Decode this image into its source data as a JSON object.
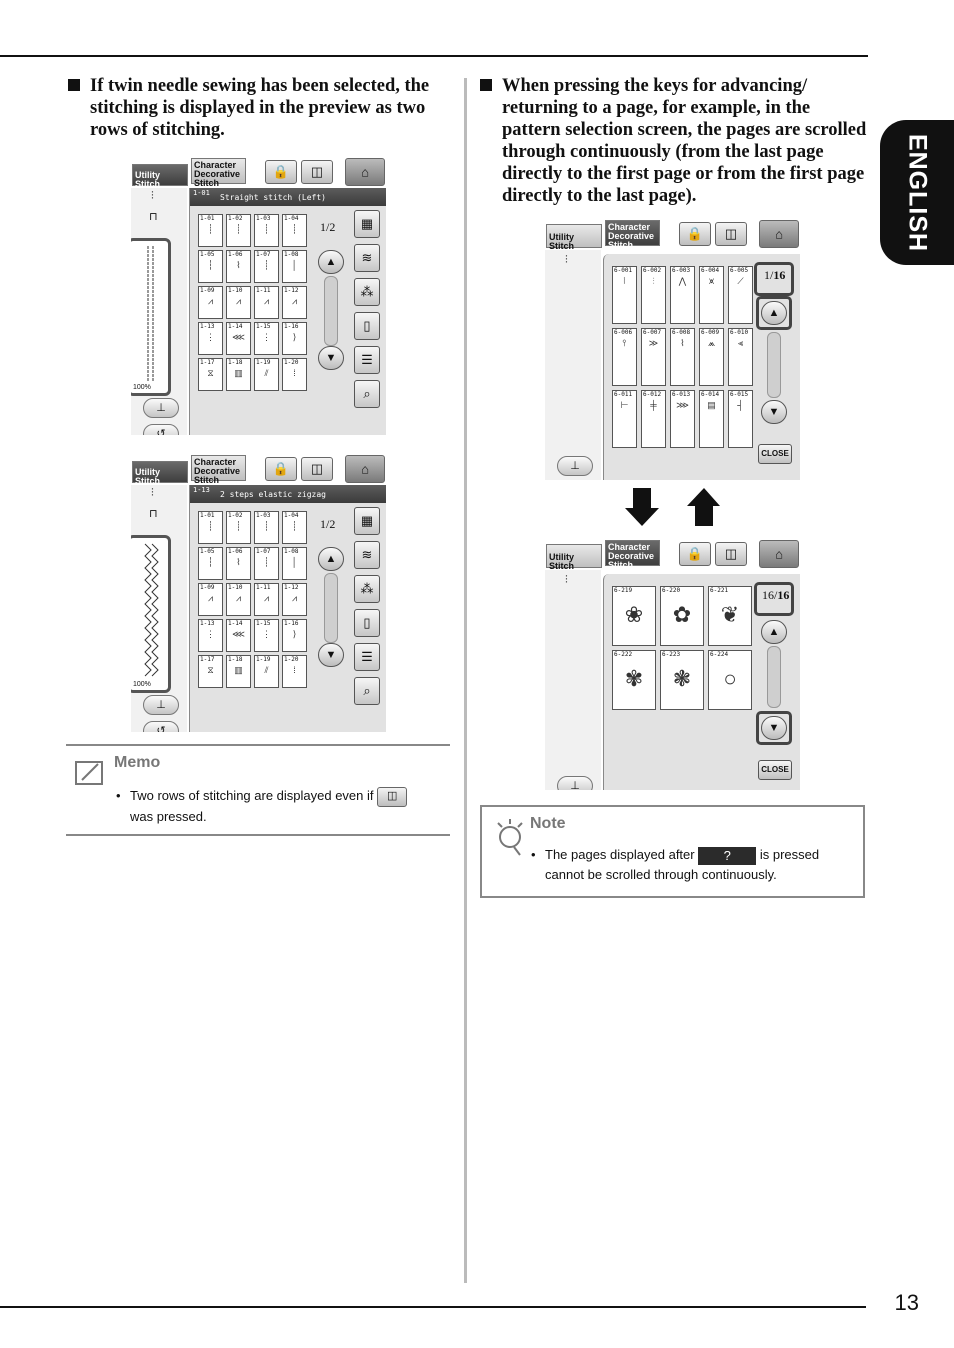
{
  "language_tab": "ENGLISH",
  "page_number": "13",
  "left": {
    "heading": "If twin needle sewing has been selected, the stitching is displayed in the preview as two rows of stitching.",
    "screen_common": {
      "tab_utility": "Utility Stitch",
      "tab_character": "Character Decorative Stitch",
      "preview_percent": "100%",
      "page": {
        "current": "1",
        "total": "2"
      },
      "cells": [
        "1-01",
        "1-02",
        "1-03",
        "1-04",
        "1-05",
        "1-06",
        "1-07",
        "1-08",
        "1-09",
        "1-10",
        "1-11",
        "1-12",
        "1-13",
        "1-14",
        "1-15",
        "1-16",
        "1-17",
        "1-18",
        "1-19",
        "1-20"
      ]
    },
    "screen1": {
      "code": "1-01",
      "name": "Straight stitch (Left)"
    },
    "screen2": {
      "code": "1-13",
      "name": "2 steps elastic zigzag"
    },
    "memo": {
      "title": "Memo",
      "text_before": "Two rows of stitching are displayed even if",
      "text_after": "was pressed."
    }
  },
  "right": {
    "heading": "When pressing the keys for advancing/ returning to a page, for example, in the pattern selection screen, the pages are scrolled through continuously (from the last page directly to the first page or from the first page directly to the last page).",
    "screen_common": {
      "tab_utility": "Utility Stitch",
      "tab_character": "Character Decorative Stitch",
      "close_label": "CLOSE"
    },
    "screen_a": {
      "page": {
        "current": "1",
        "total": "16"
      },
      "cells": [
        "6-001",
        "6-002",
        "6-003",
        "6-004",
        "6-005",
        "6-006",
        "6-007",
        "6-008",
        "6-009",
        "6-010",
        "6-011",
        "6-012",
        "6-013",
        "6-014",
        "6-015"
      ]
    },
    "screen_b": {
      "page": {
        "current": "16",
        "total": "16"
      },
      "cells": [
        "6-219",
        "6-220",
        "6-221",
        "6-222",
        "6-223",
        "6-224"
      ]
    },
    "note": {
      "title": "Note",
      "button_label": "?",
      "text_before": "The pages displayed after",
      "text_after": "is pressed",
      "text_line2": "cannot be scrolled through continuously."
    }
  }
}
